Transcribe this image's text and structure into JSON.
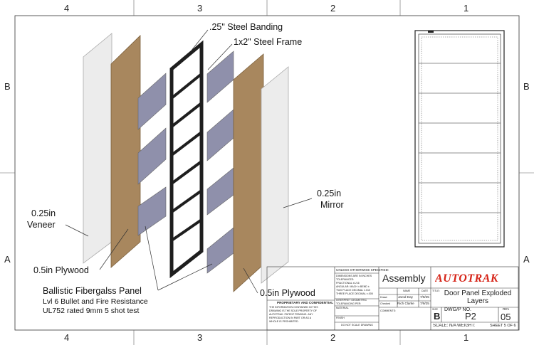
{
  "zones": {
    "columns_top": [
      "4",
      "3",
      "2",
      "1"
    ],
    "columns_bottom": [
      "4",
      "3",
      "2",
      "1"
    ],
    "rows_left": [
      "B",
      "A"
    ],
    "rows_right": [
      "B",
      "A"
    ]
  },
  "callouts": {
    "steel_banding": ".25\" Steel Banding",
    "steel_frame": "1x2\" Steel Frame",
    "veneer_line1": "0.25in",
    "veneer_line2": "Veneer",
    "plywood_left": "0.5in Plywood",
    "ballistic_panel": "Ballistic Fibergalss Panel",
    "ballistic_line2": "Lvl 6 Bullet and Fire Resistance",
    "ballistic_line3": "UL752 rated 9mm 5 shot test",
    "mirror_line1": "0.25in",
    "mirror_line2": "Mirror",
    "plywood_right": "0.5in Plywood"
  },
  "title_block": {
    "unless_specified": "UNLESS OTHERWISE SPECIFIED:",
    "dimensions_lines": [
      "DIMENSIONS ARE IN INCHES",
      "TOLERANCES:",
      "FRACTIONAL ±1/16",
      "ANGULAR: MACH ±   BEND ±",
      "TWO PLACE DECIMAL   ±.010",
      "THREE PLACE DECIMAL  ±.005"
    ],
    "interpret": "INTERPRET GEOMETRIC TOLERANCING PER:",
    "material": "MATERIAL",
    "finish": "FINISH",
    "do_not_scale": "DO NOT SCALE DRAWING",
    "proprietary_title": "PROPRIETARY AND CONFIDENTIAL",
    "proprietary_text": [
      "THE INFORMATION CONTAINED IN THIS",
      "DRAWING IS THE SOLE PROPERTY OF",
      "AUTOTRAK. PATENT PENDING. ANY",
      "REPRODUCTION IN PART OR AS A",
      "WHOLE IS PROHIBITED."
    ],
    "assembly": "Assembly",
    "name_header": "NAME",
    "date_header": "DATE",
    "drawn_label": "Drawn",
    "drawn_name": "Jarod Day",
    "drawn_date": "7/9/25",
    "checked_label": "Checked",
    "checked_name": "Rich Clarke",
    "checked_date": "7/9/25",
    "comments": "COMMENTS:",
    "brand": "AUTOTRAK",
    "title_label": "TITLE:",
    "title_line1": "Door Panel Exploded",
    "title_line2": "Layers",
    "size_label": "SIZE",
    "size_value": "B",
    "dwg_label": "DWG/P NO.",
    "dwg_value": "P2",
    "rev_label": "REV",
    "rev_value": "05",
    "scale": "SCALE: N/A",
    "weight": "WEIGHT:",
    "sheet": "SHEET 5 OF 6"
  },
  "colors": {
    "plywood": "#a8875e",
    "plywood_edge": "#7a5f3c",
    "veneer": "#ececec",
    "ballistic": "#8f90ab",
    "frame": "#1e1e1e",
    "brand": "#d62418"
  }
}
